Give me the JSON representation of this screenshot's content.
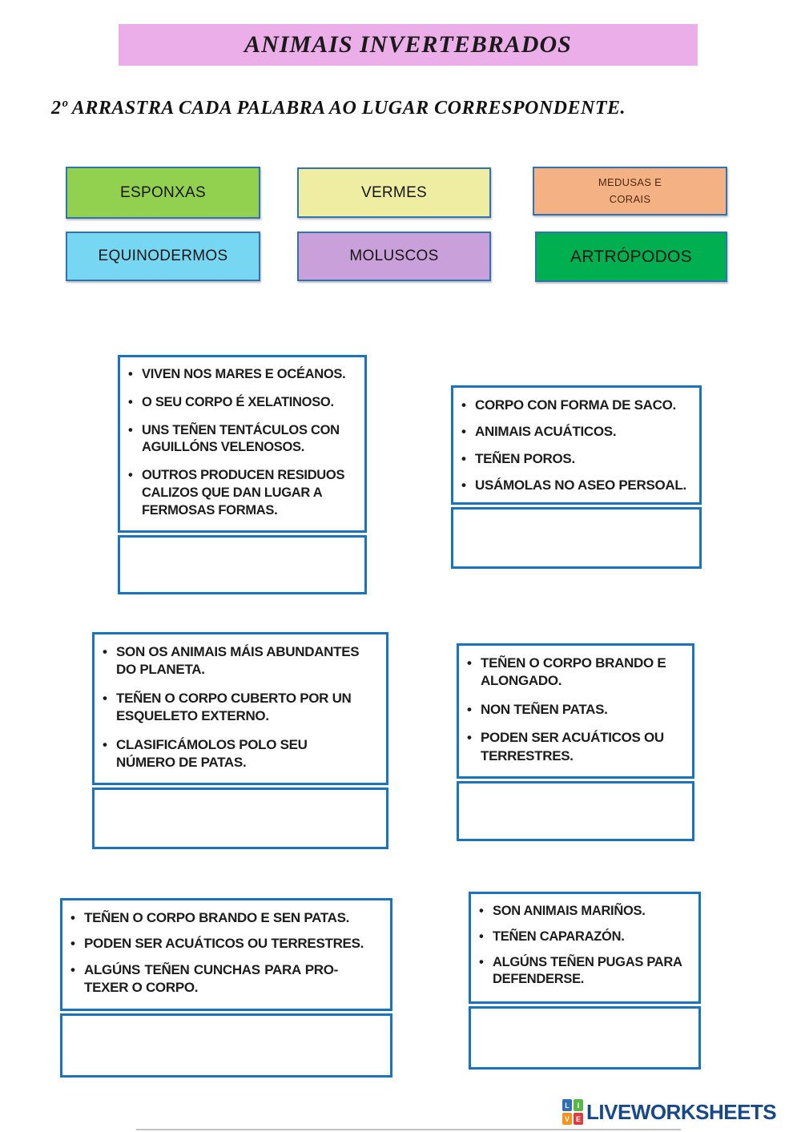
{
  "page": {
    "title": "ANIMAIS INVERTEBRADOS",
    "instruction": "2º ARRASTRA CADA PALABRA AO LUGAR CORRESPONDENTE.",
    "banner_color": "#ECAEE8",
    "panel_border_color": "#1874BC",
    "word_border_color": "#2E74B5"
  },
  "word_bank": {
    "items": [
      {
        "label": "ESPONXAS",
        "color": "#92D050",
        "css": "background:#92D050"
      },
      {
        "label": "VERMES",
        "color": "#EEEDA2",
        "css": "background:#EEEDA2"
      },
      {
        "label": "MEDUSAS E\nCORAIS",
        "color": "#F4B183",
        "css": "background:#F4B183"
      },
      {
        "label": "EQUINODERMOS",
        "color": "#77D7F2",
        "css": "background:#77D7F2"
      },
      {
        "label": "MOLUSCOS",
        "color": "#C9A0D9",
        "css": "background:#C9A0D9"
      },
      {
        "label": "ARTRÓPODOS",
        "color": "#00B050",
        "css": "background:#00B050"
      }
    ]
  },
  "panels": [
    {
      "bullets": [
        "VIVEN NOS MARES E OCÉANOS.",
        "O SEU CORPO É XELATINOSO.",
        "UNS TEÑEN TENTÁCULOS CON AGUILLÓNS VELENOSOS.",
        "OUTROS PRODUCEN RESIDUOS CALIZOS QUE DAN LUGAR A FERMOSAS FORMAS."
      ]
    },
    {
      "bullets": [
        "CORPO CON FORMA DE SACO.",
        "ANIMAIS ACUÁTICOS.",
        "TEÑEN POROS.",
        "USÁMOLAS NO ASEO PERSOAL."
      ]
    },
    {
      "bullets": [
        "SON OS ANIMAIS MÁIS ABUNDANTES DO PLANETA.",
        "TEÑEN O CORPO CUBERTO POR UN ESQUELETO EXTERNO.",
        "CLASIFICÁMOLOS POLO SEU NÚMERO DE PATAS."
      ]
    },
    {
      "bullets": [
        "TEÑEN O CORPO BRANDO E ALONGADO.",
        "NON TEÑEN PATAS.",
        "PODEN SER ACUÁTICOS OU TERRESTRES."
      ]
    },
    {
      "bullets": [
        "TEÑEN O CORPO BRANDO E SEN PATAS.",
        "PODEN SER ACUÁTICOS OU TERRESTRES.",
        "ALGÚNS TEÑEN CUNCHAS PARA PRO-TEXER O CORPO."
      ]
    },
    {
      "bullets": [
        "SON ANIMAIS MARIÑOS.",
        "TEÑEN CAPARAZÓN.",
        "ALGÚNS TEÑEN PUGAS PARA DEFENDERSE."
      ]
    }
  ],
  "footer": {
    "brand": "LIVEWORKSHEETS",
    "brand_color": "#17498A",
    "logo": [
      {
        "letter": "L",
        "css": "background:#2F6DB5"
      },
      {
        "letter": "I",
        "css": "background:#58B847"
      },
      {
        "letter": "V",
        "css": "background:#F6921E"
      },
      {
        "letter": "E",
        "css": "background:#E23B3F"
      }
    ]
  }
}
